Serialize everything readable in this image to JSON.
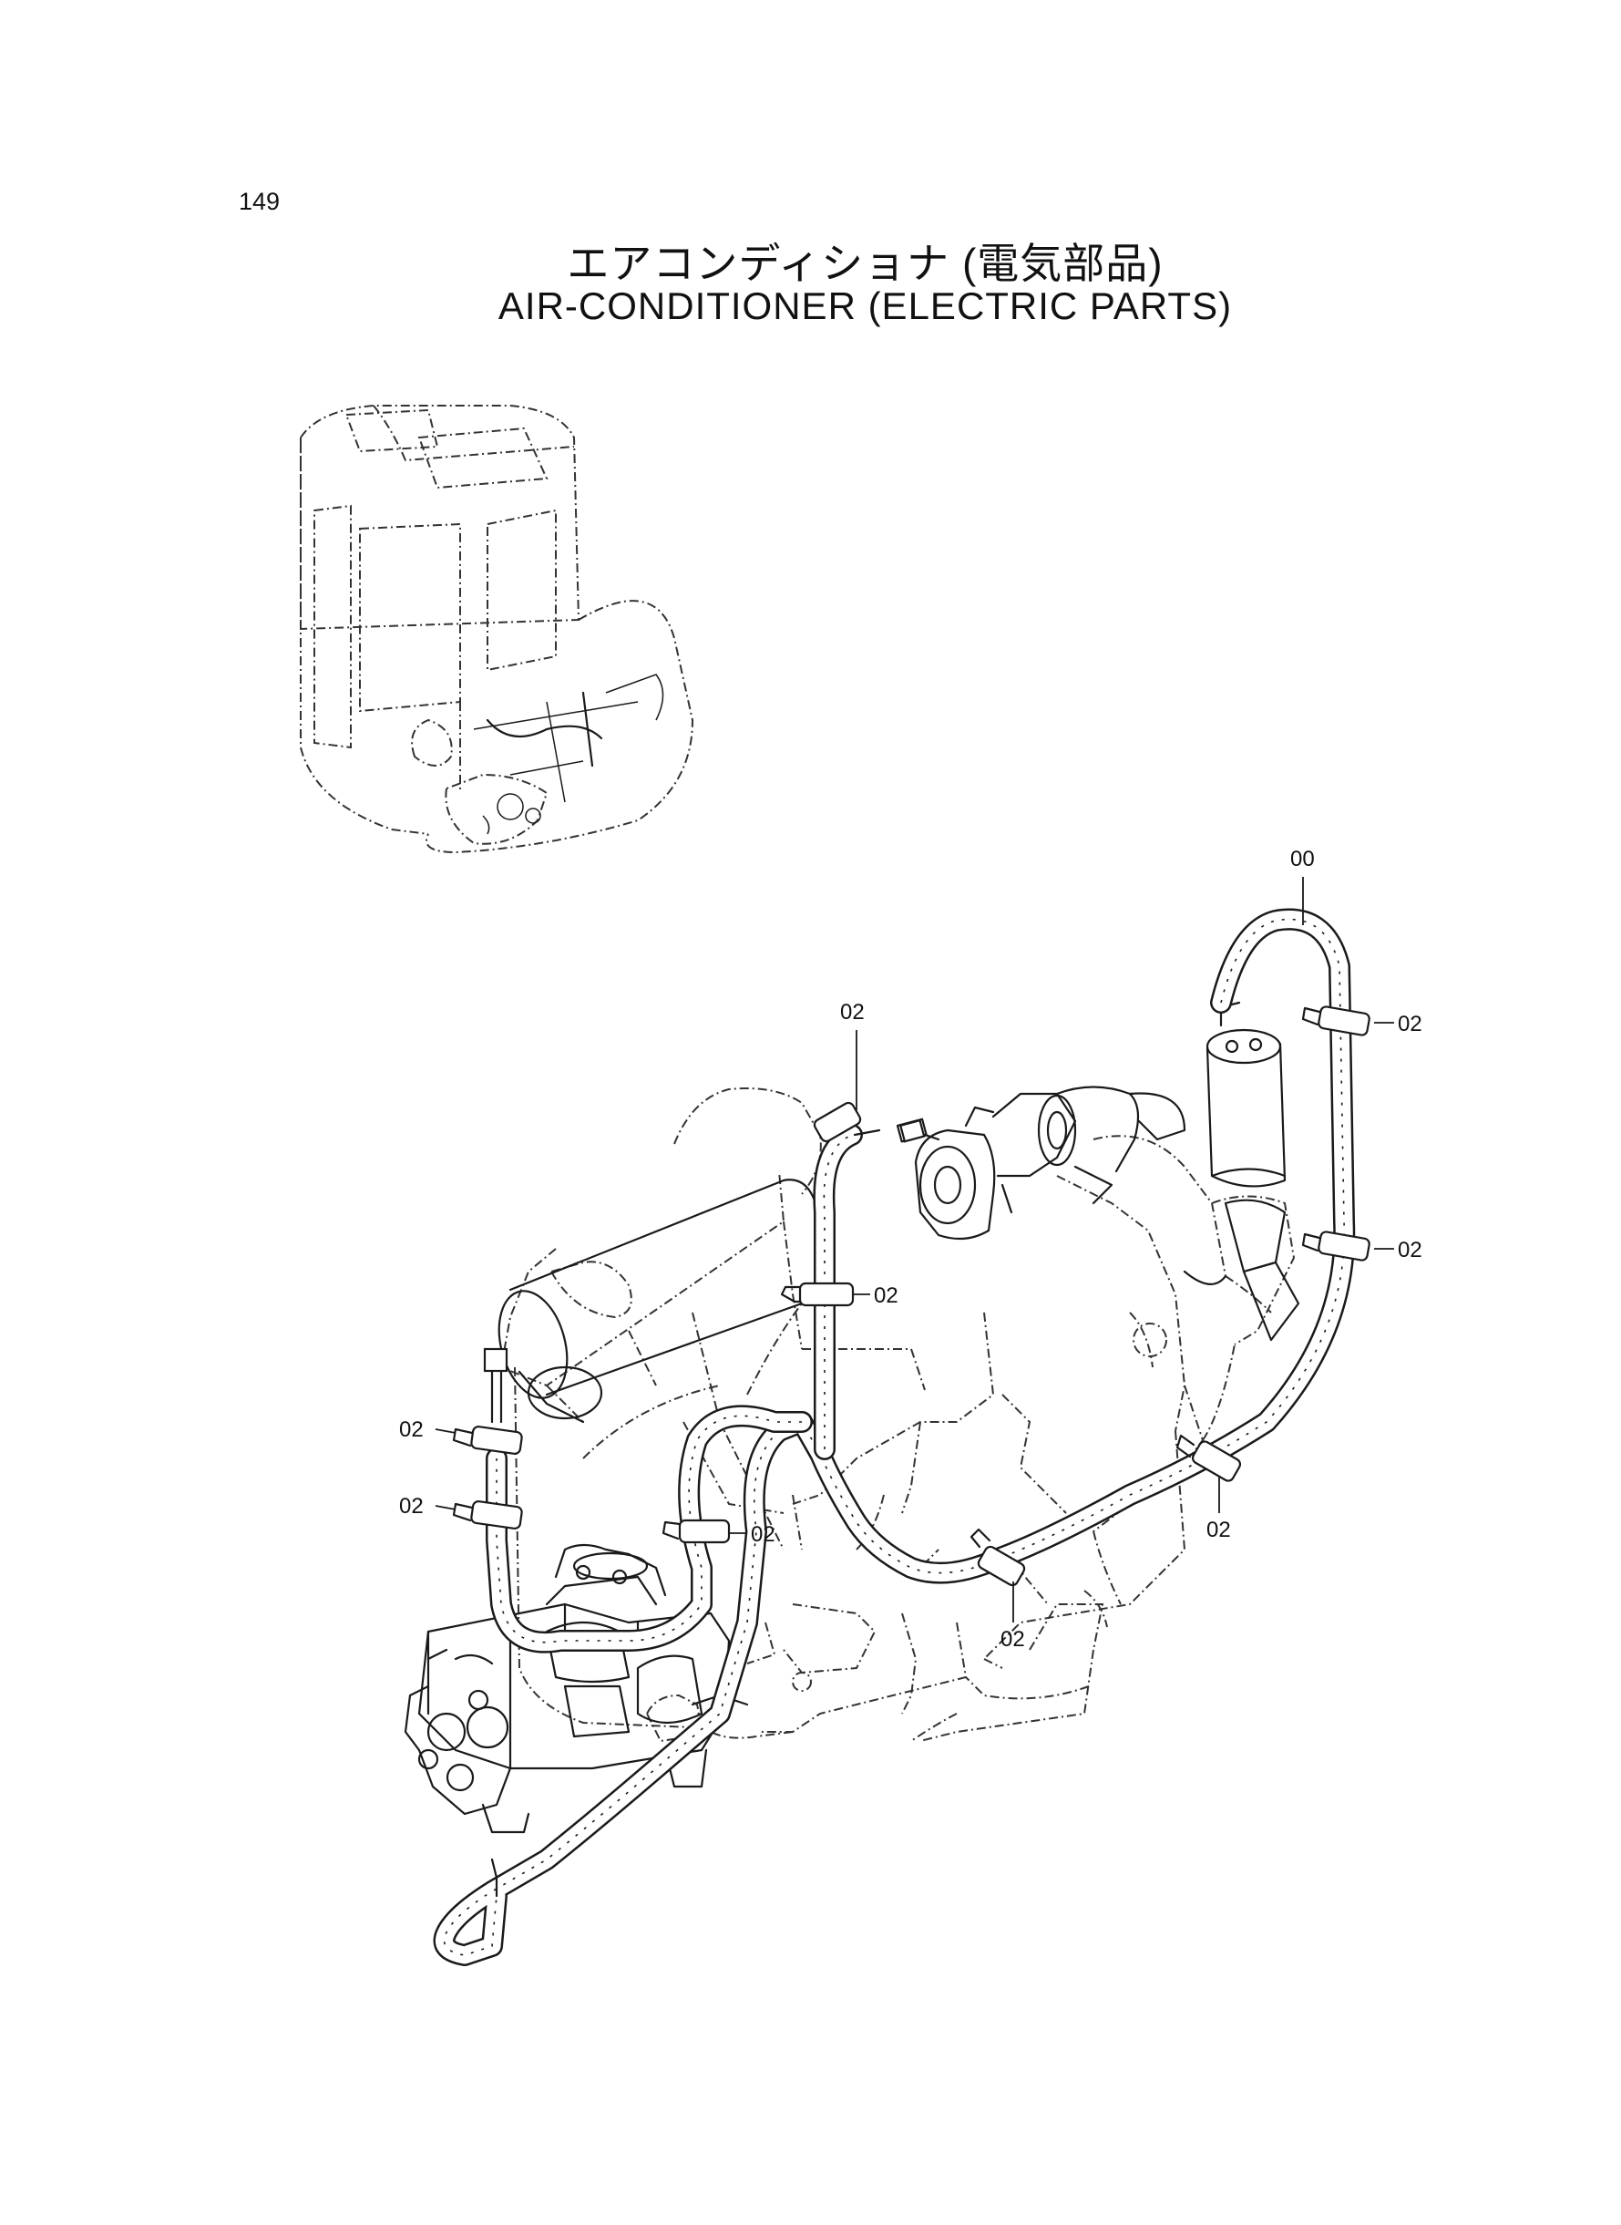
{
  "page": {
    "number": "149"
  },
  "title": {
    "japanese": "エアコンディショナ (電気部品)",
    "english": "AIR-CONDITIONER (ELECTRIC PARTS)"
  },
  "callouts": [
    "00",
    "02",
    "02",
    "02",
    "02",
    "02",
    "02",
    "02",
    "02",
    "02"
  ]
}
